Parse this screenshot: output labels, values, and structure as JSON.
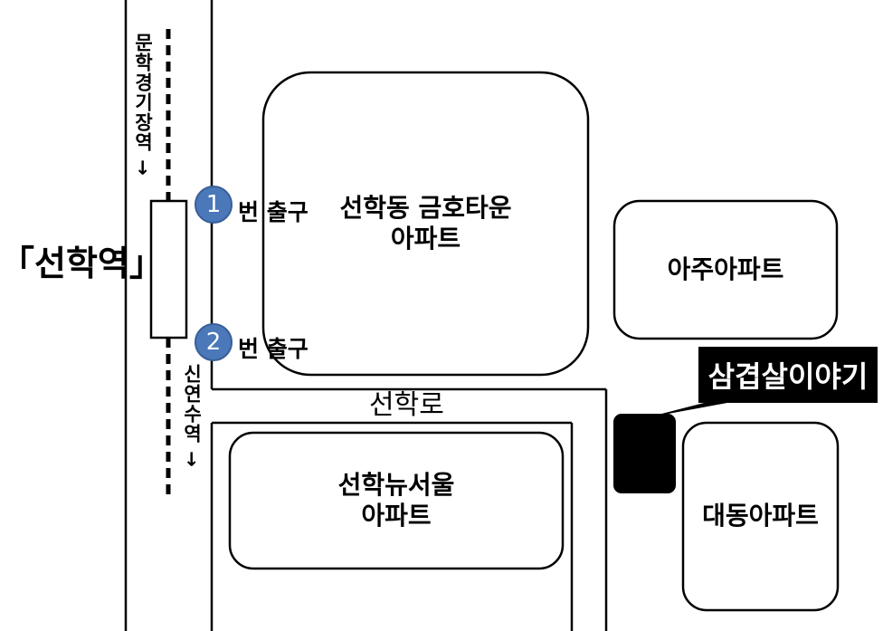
{
  "station": {
    "name": "「선학역」"
  },
  "directions": {
    "up": "문학경기장역 →",
    "down": "신연수역 →"
  },
  "exits": [
    {
      "number": "1",
      "label": "번 출구"
    },
    {
      "number": "2",
      "label": "번 출구"
    }
  ],
  "road": {
    "name": "선학로"
  },
  "blocks": {
    "kumho": {
      "line1": "선학동 금호타운",
      "line2": "아파트"
    },
    "aju": {
      "line1": "아주아파트"
    },
    "newseoul": {
      "line1": "선학뉴서울",
      "line2": "아파트"
    },
    "daedong": {
      "line1": "대동아파트"
    }
  },
  "destination": {
    "name": "삼겹살이야기"
  },
  "colors": {
    "exit_badge": "#4a78b9",
    "line": "#000000",
    "background": "#ffffff"
  }
}
